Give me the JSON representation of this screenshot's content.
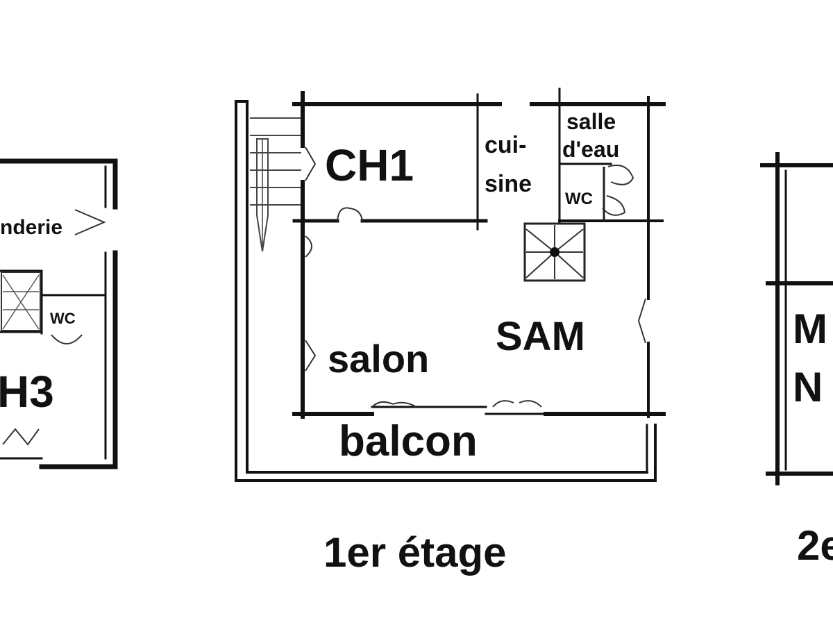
{
  "left_plan": {
    "rooms": {
      "laundry": "nderie",
      "wc": "WC",
      "bedroom": "H3"
    }
  },
  "center_plan": {
    "rooms": {
      "bedroom1": "CH1",
      "kitchen_line1": "cui-",
      "kitchen_line2": "sine",
      "shower_line1": "salle",
      "shower_line2": "d'eau",
      "wc": "WC",
      "dining": "SAM",
      "living": "salon",
      "balcony": "balcon"
    },
    "caption": "1er étage"
  },
  "right_plan": {
    "rooms": {
      "line1": "M",
      "line2": "N"
    },
    "caption": "2e"
  }
}
